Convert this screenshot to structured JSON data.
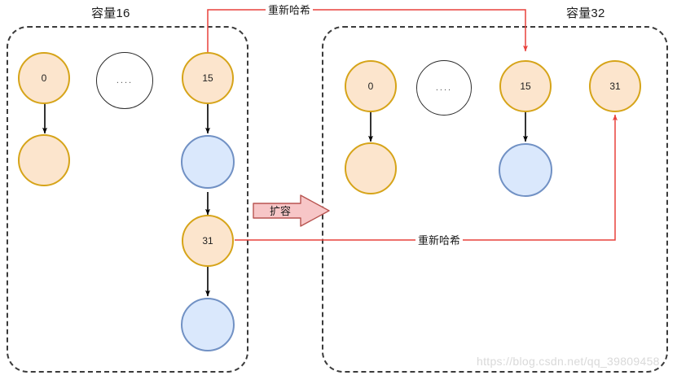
{
  "diagram": {
    "title_left": "容量16",
    "title_right": "容量32",
    "expand_label": "扩容",
    "rehash_label_top": "重新哈希",
    "rehash_label_bottom": "重新哈希",
    "watermark": "https://blog.csdn.net/qq_39809458",
    "ellipsis": "....",
    "colors": {
      "orange_fill": "#fce5cd",
      "orange_stroke": "#d6a419",
      "blue_fill": "#dae8fc",
      "blue_stroke": "#7191c4",
      "empty_fill": "#ffffff",
      "empty_stroke": "#2a2a2a",
      "rehash_line": "#e8413c",
      "chain_arrow": "#000000",
      "expand_arrow_fill": "#f7c6c7",
      "expand_arrow_stroke": "#b85450",
      "panel_border": "#3b3b3b",
      "watermark_text": "#d9d9d9"
    }
  },
  "left_table": {
    "capacity": "容量16",
    "buckets": [
      {
        "id": "left-bucket-0",
        "label": "0",
        "chain": [
          ""
        ]
      },
      {
        "id": "left-bucket-x",
        "label": "....",
        "chain": []
      },
      {
        "id": "left-bucket-15",
        "label": "15",
        "chain": [
          "",
          "31",
          ""
        ]
      }
    ]
  },
  "right_table": {
    "capacity": "容量32",
    "buckets": [
      {
        "id": "right-bucket-0",
        "label": "0",
        "chain": [
          ""
        ]
      },
      {
        "id": "right-bucket-x",
        "label": "....",
        "chain": []
      },
      {
        "id": "right-bucket-15",
        "label": "15",
        "chain": [
          ""
        ]
      },
      {
        "id": "right-bucket-31",
        "label": "31",
        "chain": []
      }
    ]
  },
  "nodes": {
    "left_b0": "0",
    "left_b0_c1": "",
    "left_dots": "....",
    "left_b15": "15",
    "left_b15_c1": "",
    "left_b15_c2": "31",
    "left_b15_c3": "",
    "right_b0": "0",
    "right_b0_c1": "",
    "right_dots": "....",
    "right_b15": "15",
    "right_b15_c1": "",
    "right_b31": "31"
  }
}
